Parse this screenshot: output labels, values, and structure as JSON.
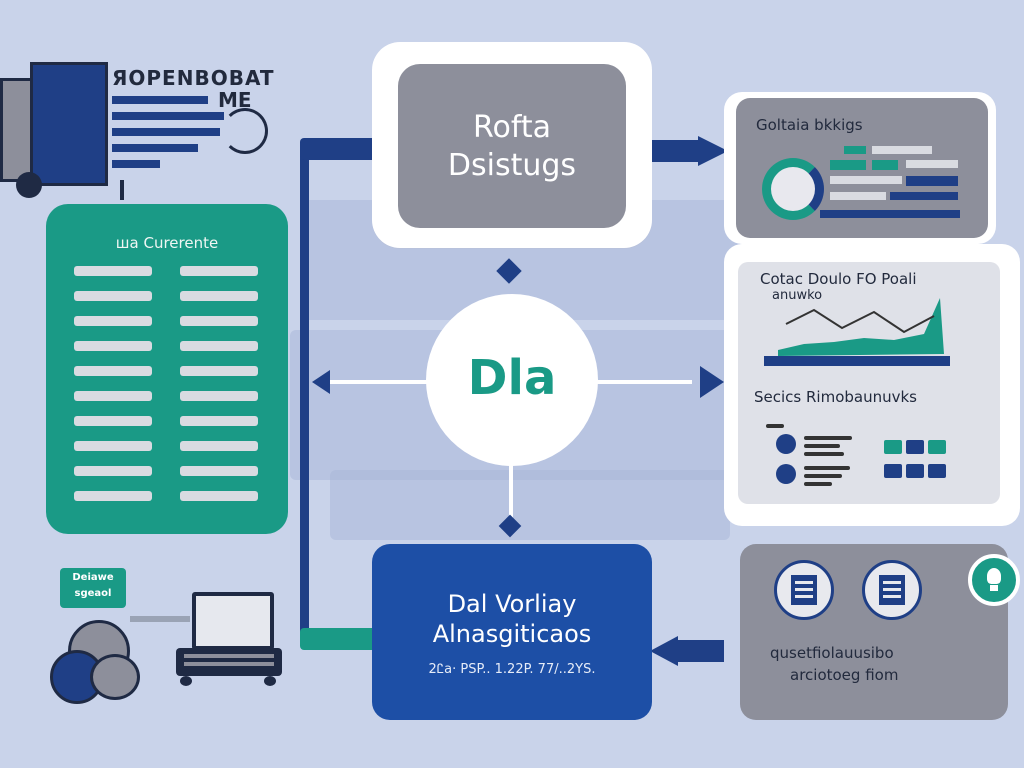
{
  "top_left": {
    "title_line1": "ЯОРЕNBOBAT",
    "title_line2": "ME"
  },
  "left_panel": {
    "title": "ша Curerente",
    "rows": 10
  },
  "center_top": {
    "line1": "Rofta",
    "line2": "Dsistugs"
  },
  "center_hub": {
    "label": "Dla"
  },
  "center_bottom": {
    "line1": "Dal Vorliay",
    "line2": "Alnasgiticaos",
    "line3": "2Ꮭa· PSP.. 1.22P. 77/..2YS."
  },
  "right_top": {
    "title": "Goltaia bkkigs"
  },
  "right_middle": {
    "title_line1": "Cotac Doulo FO Poali",
    "title_line2": "anuwko",
    "subtitle": "Secics Rimobaunuvks"
  },
  "right_bottom": {
    "line1": "qusetfiolauusibo",
    "line2": "arciotoeg fiom"
  },
  "bottom_left": {
    "label_line1": "Deiawe",
    "label_line2": "sgeaol"
  },
  "colors": {
    "background": "#c9d3ea",
    "navy": "#1f3f86",
    "teal": "#1a9a86",
    "grey_card": "#8d8f9b",
    "light_card": "#dfe1e8",
    "white": "#ffffff"
  }
}
